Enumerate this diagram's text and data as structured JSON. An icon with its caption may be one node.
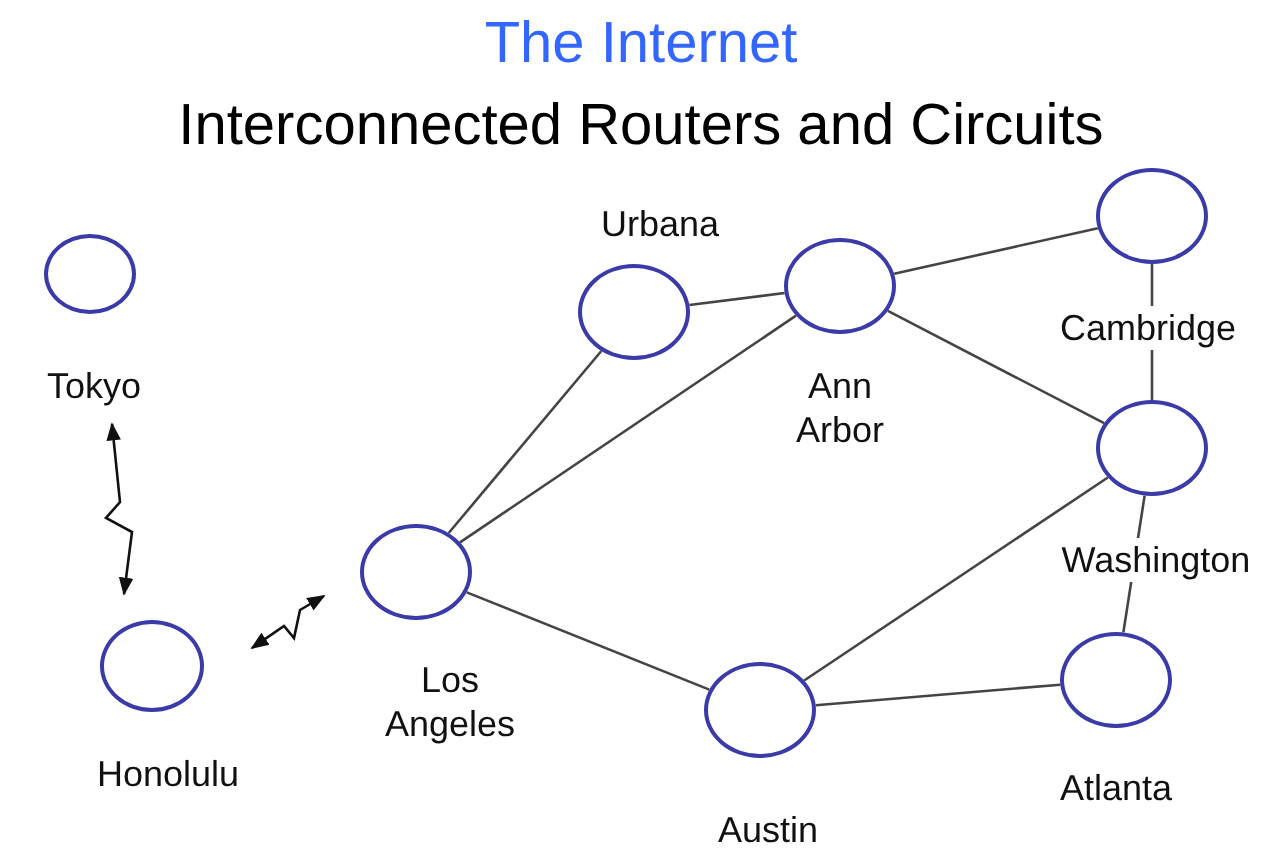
{
  "diagram": {
    "title": "The Internet",
    "nodes": [
      {
        "text": [
          "Tokyo"
        ]
      },
      {
        "text": [
          "Honolulu"
        ]
      },
      {
        "text": [
          "Los Angeles"
        ]
      },
      {
        "text": [
          "Urbana"
        ]
      },
      {
        "text": [
          "Ann Arbor"
        ]
      },
      {
        "text": [
          "Cambridge"
        ]
      },
      {
        "text": [
          "Washington"
        ]
      },
      {
        "text": [
          "Atlanta"
        ]
      },
      {
        "text": [
          "Austin"
        ]
      }
    ],
    "edges": [
      {
        "from": 0,
        "to": 1,
        "arrow": "both"
      },
      {
        "from": 1,
        "to": 2,
        "arrow": "both"
      },
      {
        "from": 2,
        "to": 3,
        "arrow": "none"
      },
      {
        "from": 2,
        "to": 4,
        "arrow": "none"
      },
      {
        "from": 2,
        "to": 8,
        "arrow": "none"
      },
      {
        "from": 3,
        "to": 4,
        "arrow": "none"
      },
      {
        "from": 4,
        "to": 5,
        "arrow": "none"
      },
      {
        "from": 4,
        "to": 6,
        "arrow": "none"
      },
      {
        "from": 5,
        "to": 6,
        "arrow": "none"
      },
      {
        "from": 6,
        "to": 7,
        "arrow": "none"
      },
      {
        "from": 6,
        "to": 8,
        "arrow": "none"
      },
      {
        "from": 8,
        "to": 7,
        "arrow": "none"
      }
    ],
    "labels": [
      "Interconnected Routers and Circuits"
    ]
  }
}
